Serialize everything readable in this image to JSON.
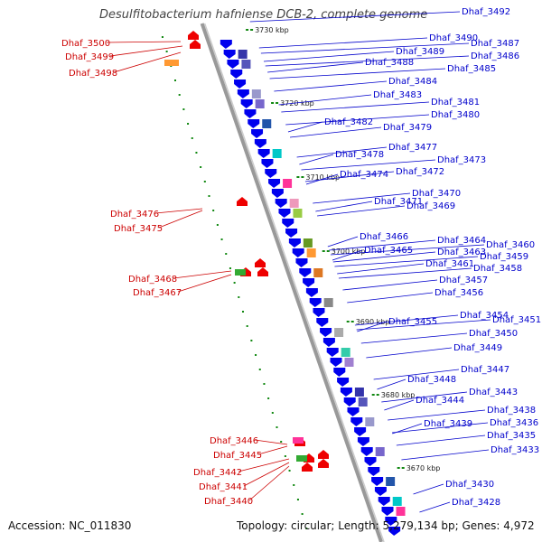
{
  "title": "Desulfitobacterium hafniense DCB-2, complete genome",
  "footer": {
    "accession": "Accession: NC_011830",
    "topology": "Topology: circular; Length: 5,279,134 bp; Genes: 4,972"
  },
  "colors": {
    "forward_label": "#0000cc",
    "reverse_label": "#cc0000",
    "backbone": "#999999",
    "forward_gene": "#0000ee",
    "reverse_gene": "#ee0000",
    "tick": "#118811"
  },
  "scale_ticks": [
    "3730 kbp",
    "3720 kbp",
    "3710 kbp",
    "3700 kbp",
    "3690 kbp",
    "3680 kbp",
    "3670 kbp"
  ],
  "forward_labels": [
    "Dhaf_3492",
    "Dhaf_3490",
    "Dhaf_3487",
    "Dhaf_3489",
    "Dhaf_3486",
    "Dhaf_3488",
    "Dhaf_3485",
    "Dhaf_3484",
    "Dhaf_3483",
    "Dhaf_3481",
    "Dhaf_3480",
    "Dhaf_3482",
    "Dhaf_3479",
    "Dhaf_3477",
    "Dhaf_3478",
    "Dhaf_3473",
    "Dhaf_3474",
    "Dhaf_3472",
    "Dhaf_3470",
    "Dhaf_3471",
    "Dhaf_3469",
    "Dhaf_3466",
    "Dhaf_3464",
    "Dhaf_3460",
    "Dhaf_3465",
    "Dhaf_3463",
    "Dhaf_3459",
    "Dhaf_3461",
    "Dhaf_3458",
    "Dhaf_3457",
    "Dhaf_3456",
    "Dhaf_3454",
    "Dhaf_3451",
    "Dhaf_3455",
    "Dhaf_3450",
    "Dhaf_3449",
    "Dhaf_3447",
    "Dhaf_3448",
    "Dhaf_3443",
    "Dhaf_3444",
    "Dhaf_3438",
    "Dhaf_3439",
    "Dhaf_3436",
    "Dhaf_3435",
    "Dhaf_3433",
    "Dhaf_3430",
    "Dhaf_3428"
  ],
  "reverse_labels": [
    "Dhaf_3500",
    "Dhaf_3499",
    "Dhaf_3498",
    "Dhaf_3476",
    "Dhaf_3475",
    "Dhaf_3468",
    "Dhaf_3467",
    "Dhaf_3446",
    "Dhaf_3445",
    "Dhaf_3442",
    "Dhaf_3441",
    "Dhaf_3440"
  ]
}
